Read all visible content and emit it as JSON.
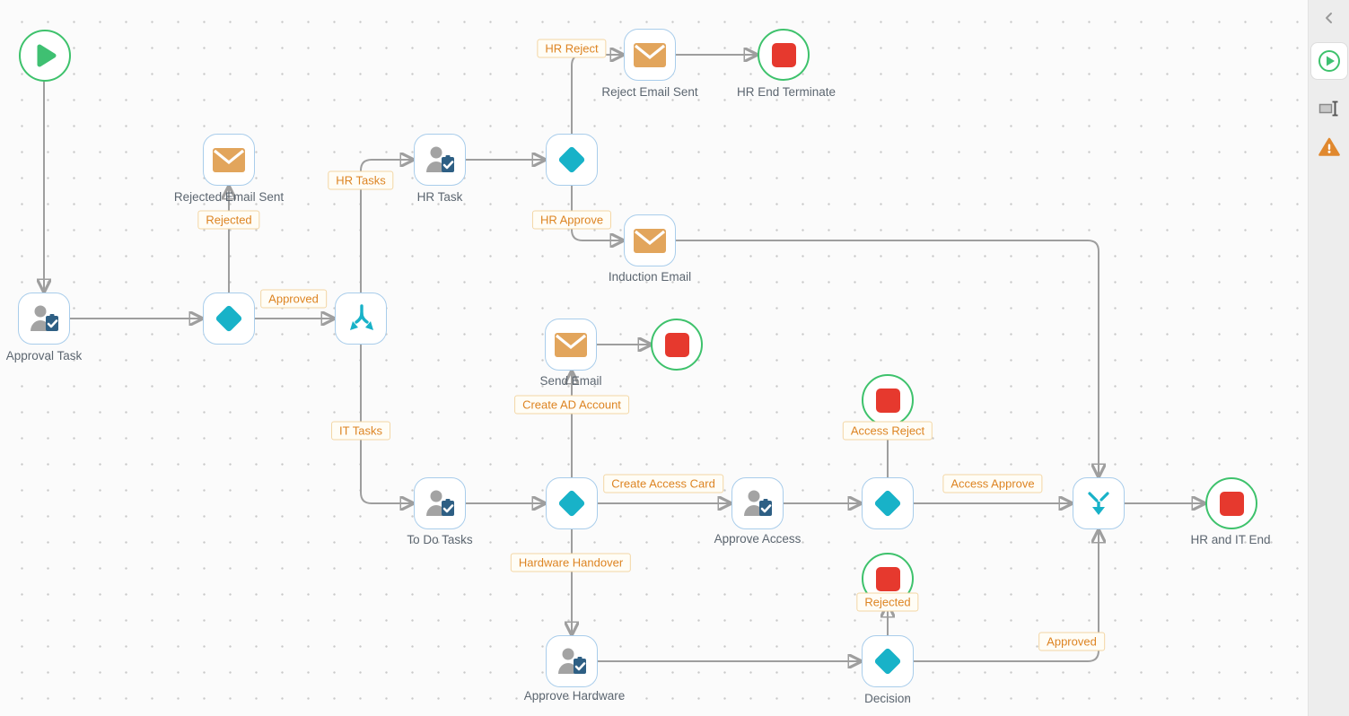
{
  "app": {
    "view": "workflow-designer-canvas"
  },
  "colors": {
    "teal_gateway": "#18b2c8",
    "envelope": "#e2a55c",
    "end_red": "#e6392e",
    "start_end_green": "#3ec26c",
    "node_border": "#a9cdeb",
    "connector_gray": "#9e9e9e",
    "label_orange": "#dd8422",
    "label_border": "#f3d6a4",
    "title_gray": "#5c6670",
    "warning_orange": "#e0882e"
  },
  "canvas": {
    "nodes": [
      {
        "name": "start",
        "type": "start-event",
        "title": ""
      },
      {
        "name": "approval-task",
        "type": "user-task",
        "title": "Approval Task"
      },
      {
        "name": "rejected-email-sent",
        "type": "email",
        "title": "Rejected Email Sent"
      },
      {
        "name": "approval-gateway",
        "type": "gateway",
        "title": ""
      },
      {
        "name": "fork",
        "type": "fork",
        "title": ""
      },
      {
        "name": "hr-task",
        "type": "user-task",
        "title": "HR Task"
      },
      {
        "name": "hr-gateway",
        "type": "gateway",
        "title": ""
      },
      {
        "name": "reject-email-sent",
        "type": "email",
        "title": "Reject Email Sent"
      },
      {
        "name": "hr-end-terminate",
        "type": "end-event",
        "title": "HR End Terminate"
      },
      {
        "name": "induction-email",
        "type": "email",
        "title": "Induction Email"
      },
      {
        "name": "send-email",
        "type": "email",
        "title": "Send Email"
      },
      {
        "name": "send-email-end",
        "type": "end-event",
        "title": ""
      },
      {
        "name": "to-do-tasks",
        "type": "user-task",
        "title": "To Do Tasks"
      },
      {
        "name": "it-gateway",
        "type": "gateway",
        "title": ""
      },
      {
        "name": "approve-access",
        "type": "user-task",
        "title": "Approve Access"
      },
      {
        "name": "access-gateway",
        "type": "gateway",
        "title": ""
      },
      {
        "name": "access-reject-end",
        "type": "end-event",
        "title": ""
      },
      {
        "name": "join-gateway",
        "type": "join",
        "title": ""
      },
      {
        "name": "hr-and-it-end",
        "type": "end-event",
        "title": "HR and IT End"
      },
      {
        "name": "approve-hardware",
        "type": "user-task",
        "title": "Approve Hardware"
      },
      {
        "name": "decision",
        "type": "gateway",
        "title": "Decision"
      },
      {
        "name": "rejected-end",
        "type": "end-event",
        "title": ""
      }
    ],
    "edge_labels": [
      {
        "name": "hr-reject",
        "text": "HR Reject"
      },
      {
        "name": "rejected-upper",
        "text": "Rejected"
      },
      {
        "name": "approved-left",
        "text": "Approved"
      },
      {
        "name": "hr-tasks",
        "text": "HR Tasks"
      },
      {
        "name": "hr-approve",
        "text": "HR Approve"
      },
      {
        "name": "create-ad-account",
        "text": "Create AD Account"
      },
      {
        "name": "it-tasks",
        "text": "IT Tasks"
      },
      {
        "name": "create-access-card",
        "text": "Create Access Card"
      },
      {
        "name": "access-reject",
        "text": "Access Reject"
      },
      {
        "name": "access-approve",
        "text": "Access Approve"
      },
      {
        "name": "hardware-handover",
        "text": "Hardware Handover"
      },
      {
        "name": "rejected-lower",
        "text": "Rejected"
      },
      {
        "name": "approved-right",
        "text": "Approved"
      }
    ]
  },
  "sidebar": {
    "icons": [
      {
        "name": "collapse-panel",
        "glyph": "chevron-left"
      },
      {
        "name": "run-process",
        "glyph": "play-circle",
        "selected": true
      },
      {
        "name": "rename",
        "glyph": "text-field-cursor"
      },
      {
        "name": "validation-warnings",
        "glyph": "warning-triangle"
      }
    ]
  }
}
